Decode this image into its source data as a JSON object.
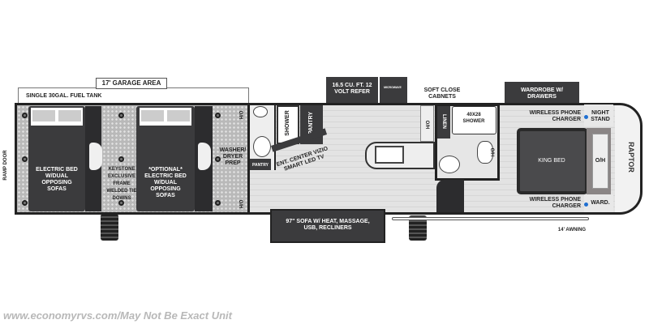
{
  "garage": {
    "dimension": "17' GARAGE AREA",
    "fuel_tank": "SINGLE 30GAL. FUEL TANK",
    "ramp_door": "RAMP DOOR",
    "bed1": "ELECTRIC BED W/DUAL OPPOSING SOFAS",
    "tie_downs": "KEYSTONE EXCLUSIVE FRAME WELDED TIE DOWNS",
    "bed2": "*OPTIONAL* ELECTRIC BED W/DUAL OPPOSING SOFAS",
    "washer": "WASHER/ DRYER PREP",
    "oh_top": "O/H",
    "oh_bottom": "O/H"
  },
  "living": {
    "shower": "SHOWER",
    "pantry_top": "PANTRY",
    "pantry_small": "PANTRY",
    "ent_center": "ENT. CENTER VIZIO SMART LED TV",
    "refer": "16.5 CU. FT. 12 VOLT REFER",
    "microwave": "MICROWAVE",
    "sofa": "97\" SOFA W/ HEAT, MASSAGE, USB, RECLINERS",
    "soft_close": "SOFT CLOSE CABNETS",
    "oh": "O/H"
  },
  "bath": {
    "linen": "LINEN",
    "shower": "40X28 SHOWER",
    "oh": "O/H"
  },
  "bedroom": {
    "wardrobe": "WARDROBE W/ DRAWERS",
    "charger_top": "WIRELESS PHONE CHARGER",
    "night_stand": "NIGHT STAND",
    "king_bed": "KING BED",
    "oh": "O/H",
    "charger_bottom": "WIRELESS PHONE CHARGER",
    "ward": "WARD.",
    "awning": "14' AWNING"
  },
  "brand_logo": "RAPTOR",
  "watermark": "www.economyrvs.com/May Not Be Exact Unit",
  "colors": {
    "charger_dot": "#1f6fd1",
    "dark": "#3b3b3d"
  }
}
